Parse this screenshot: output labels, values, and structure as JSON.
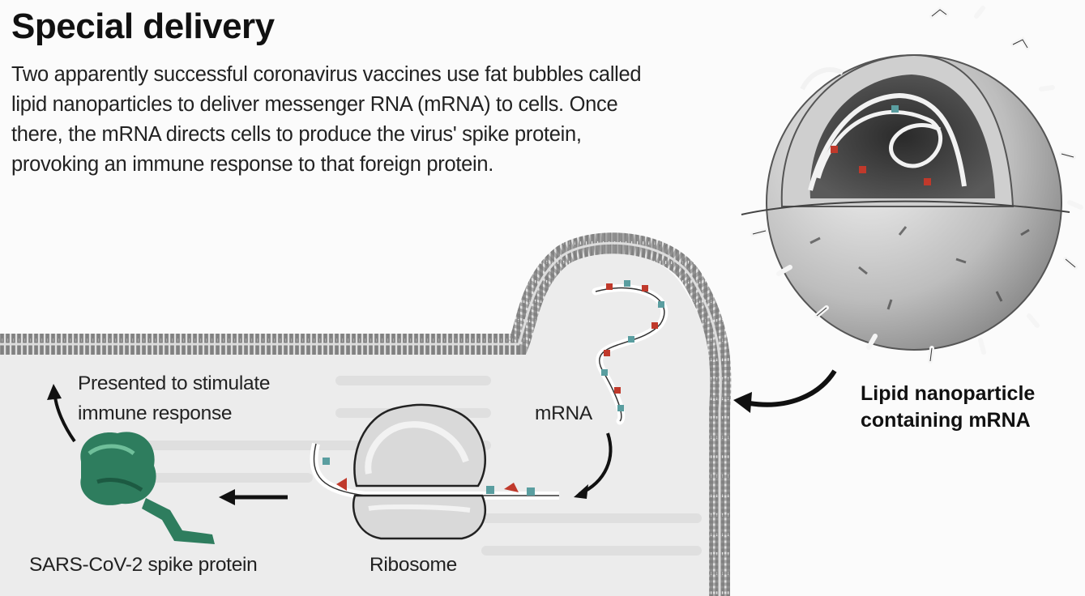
{
  "header": {
    "title": "Special delivery",
    "description": "Two apparently successful coronavirus vaccines use fat bubbles called lipid nanoparticles to deliver messenger RNA (mRNA) to cells. Once there, the mRNA directs cells to produce the virus' spike protein, provoking an immune response to that foreign protein."
  },
  "labels": {
    "presented_line1": "Presented to stimulate",
    "presented_line2": "immune response",
    "mrna": "mRNA",
    "spike_protein": "SARS-CoV-2 spike protein",
    "ribosome": "Ribosome",
    "lipid_line1": "Lipid nanoparticle",
    "lipid_line2": "containing mRNA"
  },
  "colors": {
    "membrane": "#9a9a9a",
    "cytoplasm": "#ececec",
    "spike_protein": "#2e7d5e",
    "mrna_red": "#c0392b",
    "mrna_teal": "#5a9ea0",
    "nanoparticle": "#8c8c8c"
  }
}
